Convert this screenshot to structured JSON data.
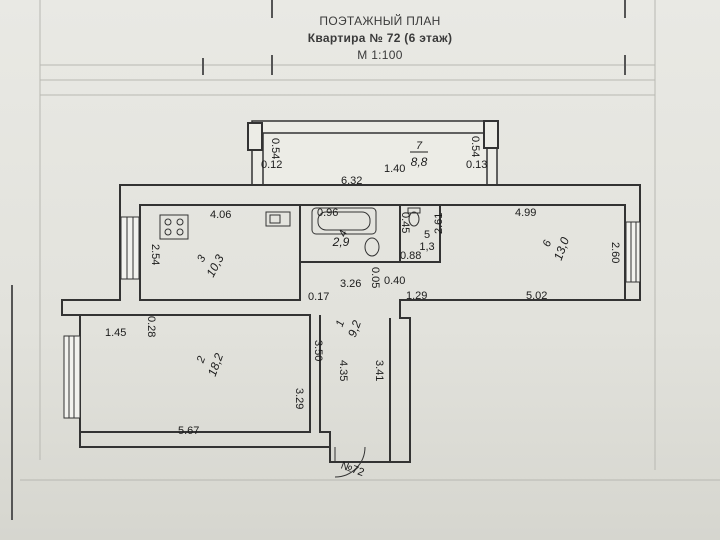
{
  "header": {
    "title": "ПОЭТАЖНЫЙ ПЛАН",
    "apartment": "Квартира № 72 (6 этаж)",
    "scale": "М 1:100"
  },
  "rooms": {
    "r1": {
      "number": "1",
      "area": "9,2"
    },
    "r2": {
      "number": "2",
      "area": "18,2"
    },
    "r3": {
      "number": "3",
      "area": "10,3"
    },
    "r4": {
      "number": "4",
      "area": "2,9"
    },
    "r5": {
      "number": "5",
      "area": "1,3"
    },
    "r6": {
      "number": "6",
      "area": "13,0"
    },
    "r7": {
      "number": "7",
      "area": "8,8"
    }
  },
  "dims": {
    "d_0_54_left": "0.54",
    "d_0_12": "0.12",
    "d_1_40": "1.40",
    "d_0_54_right": "0.54",
    "d_0_13": "0.13",
    "d_6_32": "6.32",
    "d_4_06": "4.06",
    "d_0_96": "0.96",
    "d_0_45": "0.45",
    "d_4_99": "4.99",
    "d_2_54": "2.54",
    "d_2_61": "2.61",
    "d_2_60": "2.60",
    "d_0_88": "0.88",
    "d_3_26": "3.26",
    "d_0_05": "0.05",
    "d_0_40": "0.40",
    "d_0_17": "0.17",
    "d_1_29": "1.29",
    "d_5_02": "5.02",
    "d_1_45": "1.45",
    "d_0_28": "0.28",
    "d_3_50": "3.50",
    "d_4_35": "4.35",
    "d_3_41": "3.41",
    "d_3_29": "3.29",
    "d_5_67": "5.67"
  },
  "entrance_label": "№72"
}
